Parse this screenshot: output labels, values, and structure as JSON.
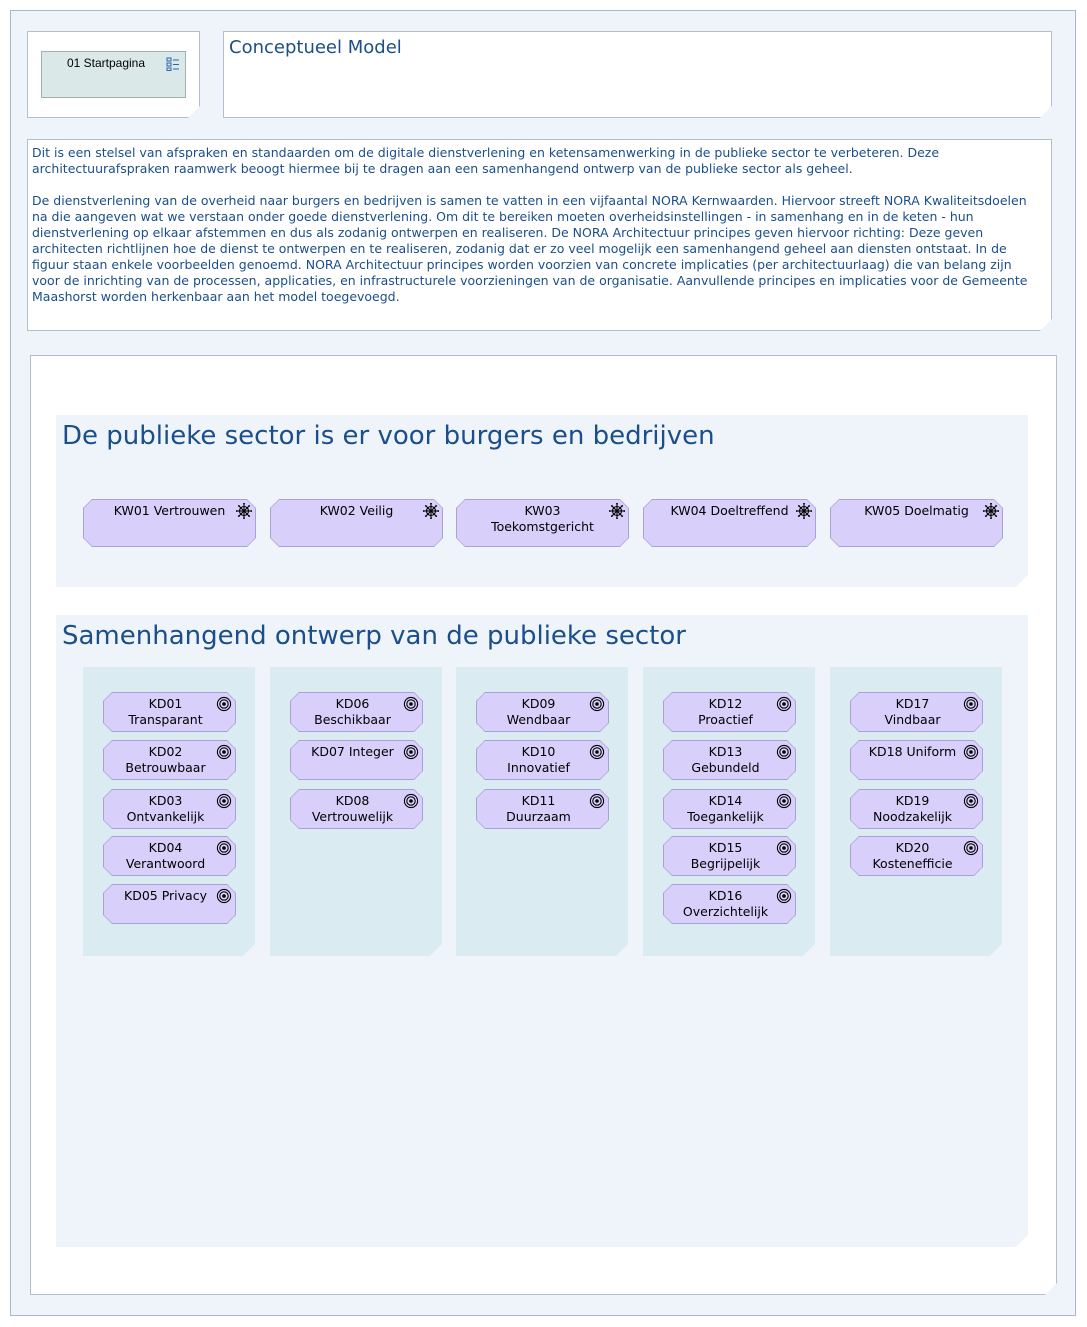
{
  "nav": {
    "label": "01 Startpagina",
    "icon": "view-list-icon"
  },
  "title": "Conceptueel Model",
  "description": {
    "p1": "Dit is een stelsel van afspraken en standaarden om de digitale dienstverlening en ketensamenwerking in de publieke sector te verbeteren. Deze architectuurafspraken raamwerk beoogt hiermee bij te dragen aan een samenhangend ontwerp van de publieke sector als geheel.",
    "p2": "De dienstverlening van de overheid naar burgers en bedrijven is samen te vatten in een vijfaantal NORA Kernwaarden. Hiervoor streeft NORA Kwaliteitsdoelen na die aangeven wat we verstaan onder goede dienstverlening. Om dit te bereiken moeten overheidsinstellingen - in samenhang en in de keten - hun dienstverlening op elkaar afstemmen en dus als zodanig ontwerpen en realiseren. De NORA Architectuur principes geven hiervoor richting: Deze geven architecten richtlijnen hoe de dienst te ontwerpen en te realiseren, zodanig dat er zo veel mogelijk een samenhangend geheel aan diensten ontstaat. In de figuur staan enkele voorbeelden genoemd. NORA Architectuur principes worden voorzien van concrete implicaties (per architectuurlaag) die van belang zijn voor de inrichting van de processen, applicaties, en infrastructurele voorzieningen van de organisatie. Aanvullende principes en implicaties voor de Gemeente Maashorst worden herkenbaar aan het model toegevoegd."
  },
  "group1": {
    "title": "De publieke sector is er voor burgers en bedrijven",
    "icon": "value-wheel-icon",
    "items": [
      "KW01 Vertrouwen",
      "KW02 Veilig",
      "KW03\nToekomstgericht",
      "KW04 Doeltreffend",
      "KW05 Doelmatig"
    ]
  },
  "group2": {
    "title": "Samenhangend ontwerp van de publieke sector",
    "icon": "goal-target-icon",
    "columns": [
      [
        "KD01\nTransparant",
        "KD02\nBetrouwbaar",
        "KD03\nOntvankelijk",
        "KD04\nVerantwoord",
        "KD05 Privacy"
      ],
      [
        "KD06\nBeschikbaar",
        "KD07 Integer",
        "KD08\nVertrouwelijk"
      ],
      [
        "KD09\nWendbaar",
        "KD10\nInnovatief",
        "KD11\nDuurzaam"
      ],
      [
        "KD12\nProactief",
        "KD13\nGebundeld",
        "KD14\nToegankelijk",
        "KD15\nBegrijpelijk",
        "KD16\nOverzichtelijk"
      ],
      [
        "KD17\nVindbaar",
        "KD18 Uniform",
        "KD19\nNoodzakelijk",
        "KD20\nKostenefficie"
      ]
    ]
  },
  "colors": {
    "frame_bg": "#eef4fa",
    "group_bg": "#eef4fa",
    "column_bg": "#daebf2",
    "element_fill": "#d8d0fb",
    "element_border": "#a8a0d6",
    "text_blue": "#1b4e8a",
    "nav_fill": "#dae9e7"
  }
}
